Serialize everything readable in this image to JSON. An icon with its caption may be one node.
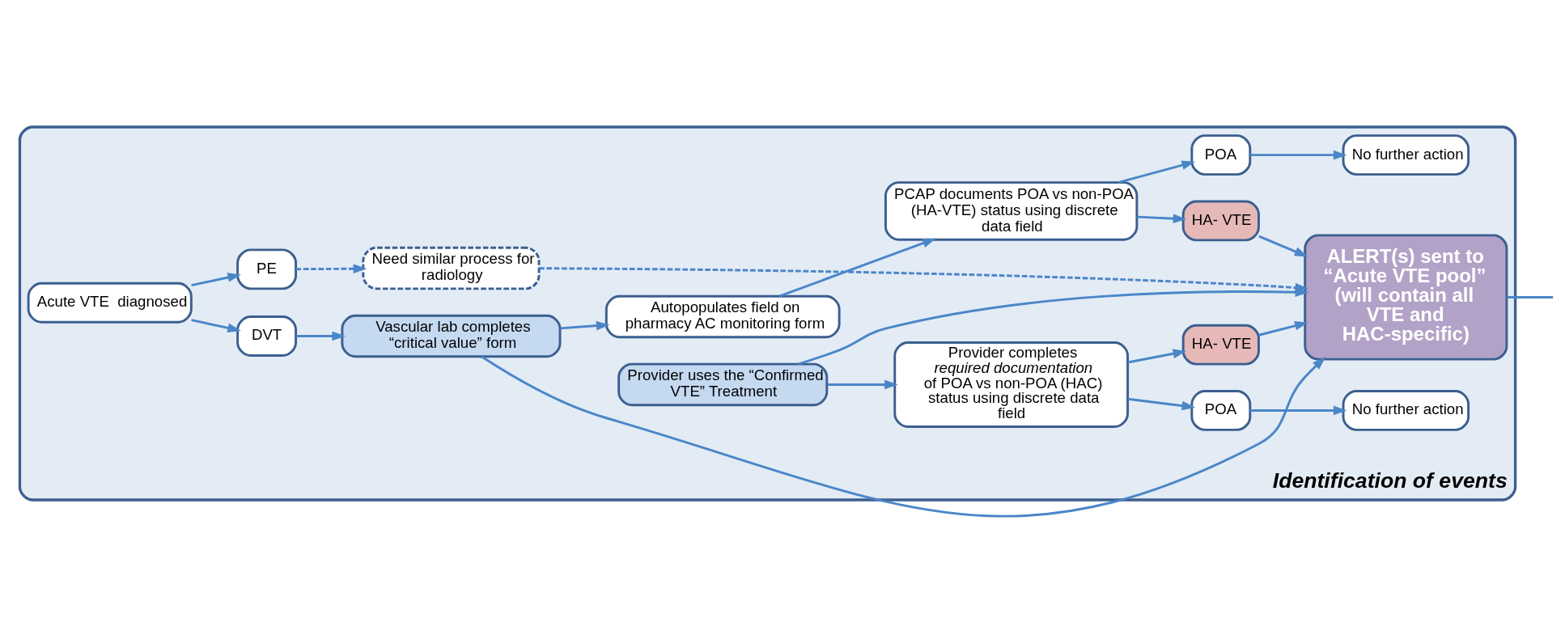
{
  "diagram": {
    "nodes": [
      {
        "text": [
          "Identification of events"
        ]
      },
      {
        "text": [
          "Acute VTE  diagnosed"
        ],
        "in": 0
      },
      {
        "text": [
          "DVT"
        ],
        "in": 0
      },
      {
        "text": [
          "Vascular lab completes “critical value” form"
        ],
        "in": 0
      },
      {
        "text": [
          "Autopopulates field on pharmacy AC monitoring form"
        ],
        "in": 0
      },
      {
        "text": [
          "PE"
        ],
        "in": 0
      },
      {
        "text": [
          "Need similar process for radiology"
        ],
        "in": 0
      },
      {
        "text": [
          "PCAP documents POA vs non-POA (HA-VTE) status using discrete data field"
        ],
        "in": 0
      },
      {
        "text": [
          "Provider uses the “Confirmed VTE” Treatment"
        ],
        "in": 0
      },
      {
        "text": [
          "ALERT(s) sent to “Acute VTE pool” (will contain all VTE and HAC-specific)"
        ],
        "in": 0
      },
      {
        "text": [
          "POA"
        ],
        "in": 0
      },
      {
        "text": [
          "HA- VTE"
        ],
        "in": 0
      },
      {
        "text": [
          "No further action"
        ],
        "in": 0
      },
      {
        "text": [
          "Provider completes *required documentation* of POA vs non-POA (HAC) status using discrete data field"
        ],
        "in": 0
      },
      {
        "text": [
          "HA- VTE"
        ],
        "in": 0
      },
      {
        "text": [
          "POA"
        ],
        "in": 0
      },
      {
        "text": [
          "No further action"
        ],
        "in": 0
      }
    ],
    "edges": [
      {
        "from": 1,
        "to": 2,
        "arrow": "to"
      },
      {
        "from": 1,
        "to": 5,
        "arrow": "to"
      },
      {
        "from": 2,
        "to": 3,
        "arrow": "to"
      },
      {
        "from": 3,
        "to": 4,
        "arrow": "to"
      },
      {
        "from": 5,
        "to": 6,
        "arrow": "to",
        "style": "dashed"
      },
      {
        "from": 3,
        "to": 9,
        "arrow": "to"
      },
      {
        "from": 6,
        "to": 9,
        "arrow": "to",
        "style": "dashed"
      },
      {
        "from": 4,
        "to": 7,
        "arrow": "to"
      },
      {
        "from": 7,
        "to": 11,
        "arrow": "to"
      },
      {
        "from": 7,
        "to": 10,
        "arrow": "to"
      },
      {
        "from": 10,
        "to": 12,
        "arrow": "to"
      },
      {
        "from": 11,
        "to": 9,
        "arrow": "to"
      },
      {
        "from": 8,
        "to": 9,
        "arrow": "to"
      },
      {
        "from": 8,
        "to": 13,
        "arrow": "to"
      },
      {
        "from": 13,
        "to": 14,
        "arrow": "to"
      },
      {
        "from": 14,
        "to": 9,
        "arrow": "to"
      },
      {
        "from": 13,
        "to": 15,
        "arrow": "to"
      },
      {
        "from": 15,
        "to": 16,
        "arrow": "to"
      },
      {
        "from": 9,
        "to": null,
        "arrow": "none"
      }
    ]
  }
}
